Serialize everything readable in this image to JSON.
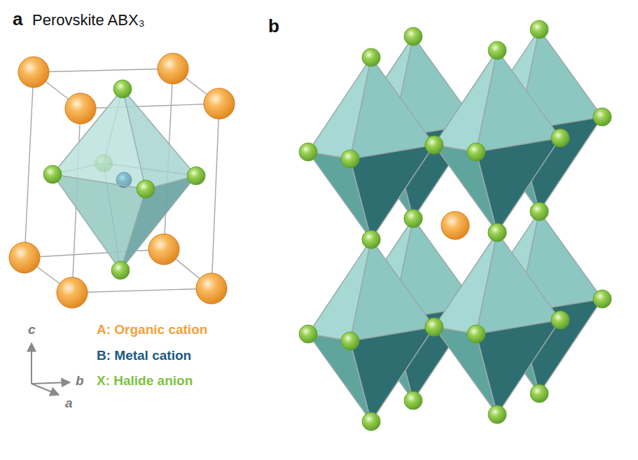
{
  "diagram": {
    "labels": [
      "a",
      "Perovskite ABX₃",
      "b",
      "c",
      "b",
      "a"
    ],
    "legend": [
      {
        "text": "A: Organic cation",
        "color": "#f4a13a"
      },
      {
        "text": "B: Metal cation",
        "color": "#1b5a82"
      },
      {
        "text": "X: Halide anion",
        "color": "#7cc242"
      }
    ]
  }
}
